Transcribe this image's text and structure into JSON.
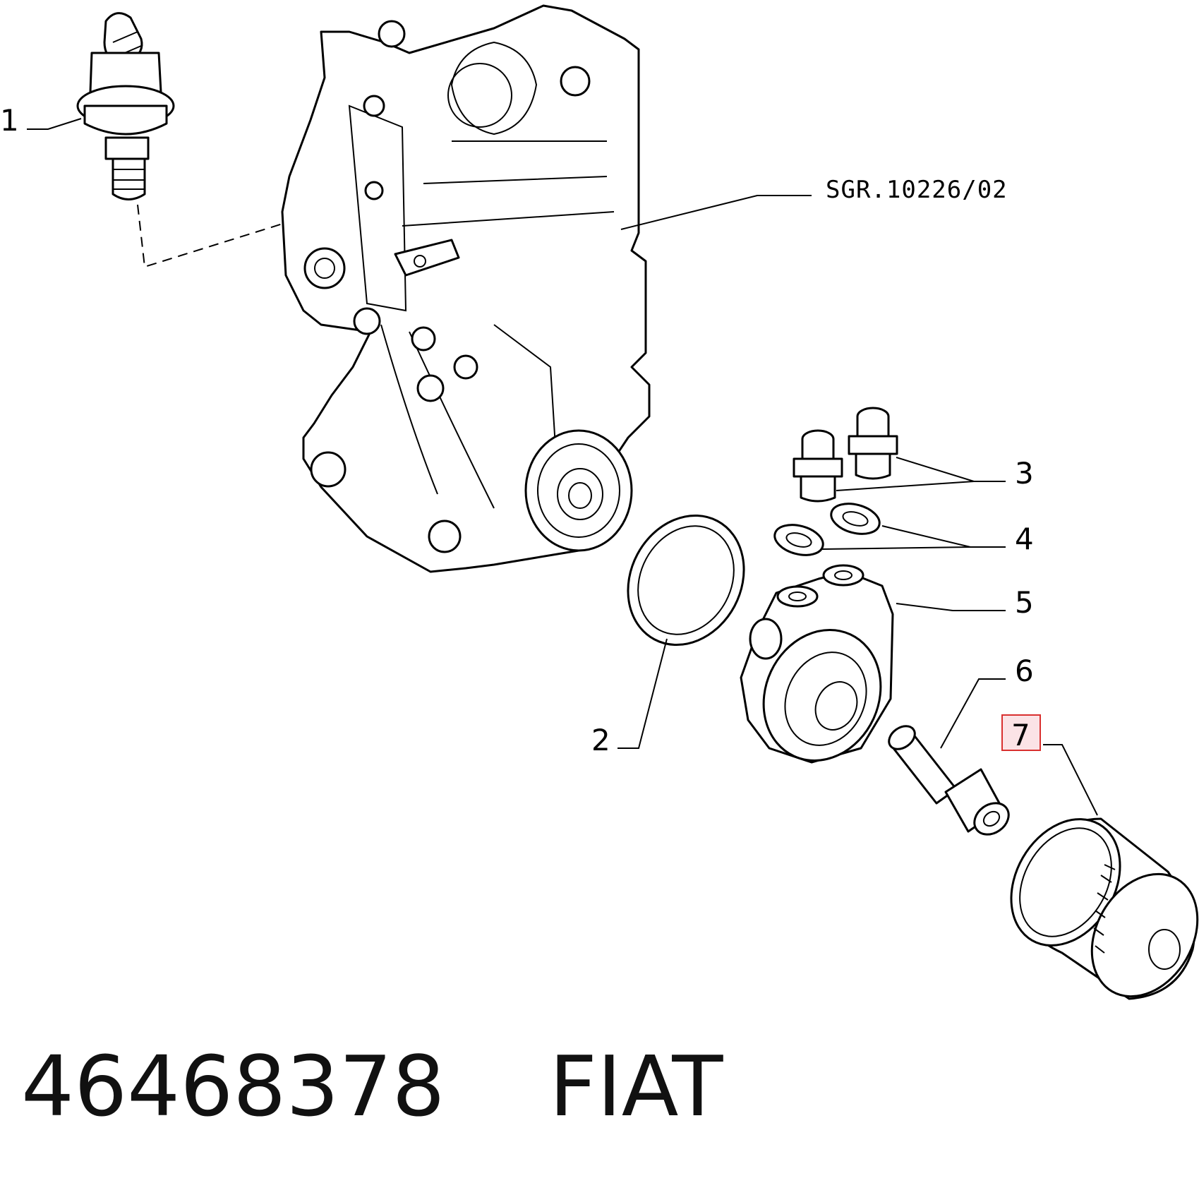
{
  "diagram": {
    "reference_code": "SGR.10226/02",
    "highlight_color": "#d9302f",
    "highlight_fill": "#fbe3e6",
    "callouts": [
      {
        "id": "1",
        "text": "1",
        "highlighted": false
      },
      {
        "id": "2",
        "text": "2",
        "highlighted": false
      },
      {
        "id": "3",
        "text": "3",
        "highlighted": false
      },
      {
        "id": "4",
        "text": "4",
        "highlighted": false
      },
      {
        "id": "5",
        "text": "5",
        "highlighted": false
      },
      {
        "id": "6",
        "text": "6",
        "highlighted": false
      },
      {
        "id": "7",
        "text": "7",
        "highlighted": true
      }
    ]
  },
  "caption": {
    "part_number": "46468378",
    "brand": "FIAT"
  }
}
